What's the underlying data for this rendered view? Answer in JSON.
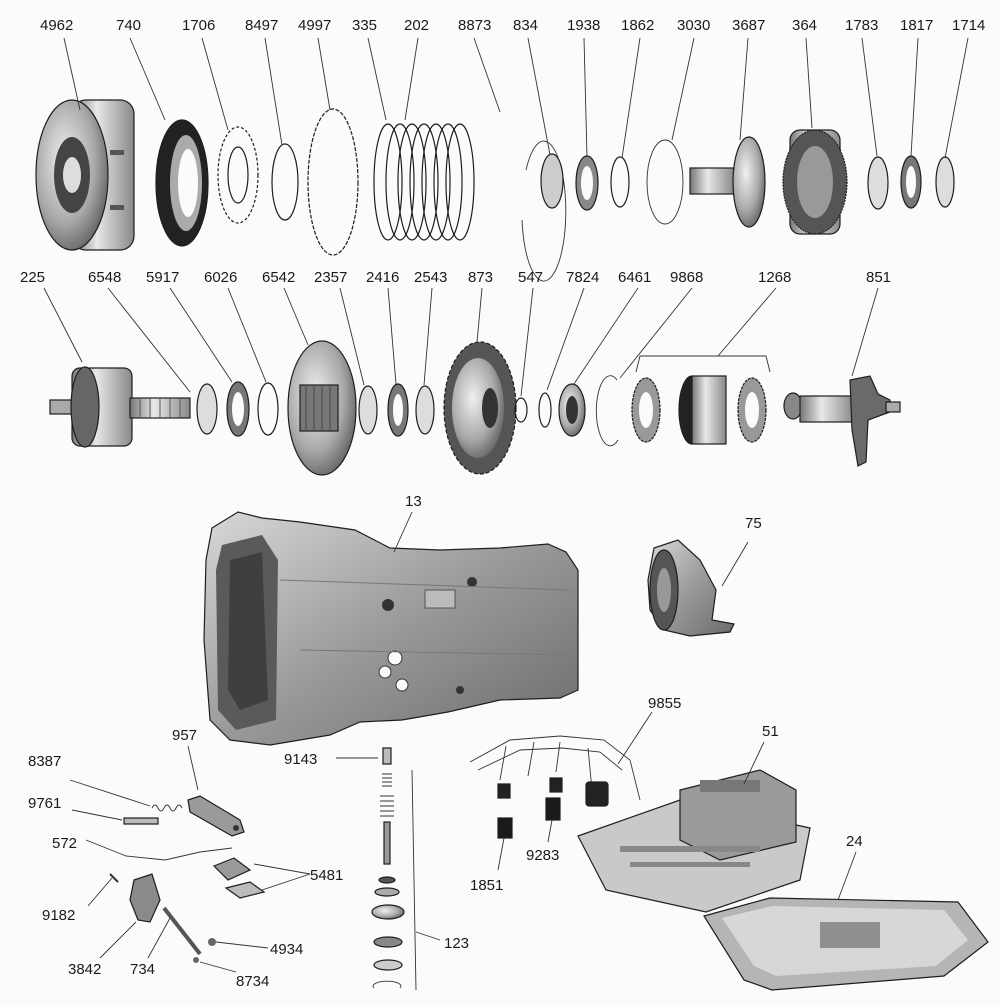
{
  "diagram": {
    "labels": {
      "p4962": "4962",
      "p740": "740",
      "p1706": "1706",
      "p8497": "8497",
      "p4997": "4997",
      "p335": "335",
      "p202": "202",
      "p8873": "8873",
      "p834": "834",
      "p1938": "1938",
      "p1862": "1862",
      "p3030": "3030",
      "p3687": "3687",
      "p364": "364",
      "p1783": "1783",
      "p1817": "1817",
      "p1714": "1714",
      "p225": "225",
      "p6548": "6548",
      "p5917": "5917",
      "p6026": "6026",
      "p6542": "6542",
      "p2357": "2357",
      "p2416": "2416",
      "p2543": "2543",
      "p873": "873",
      "p547": "547",
      "p7824": "7824",
      "p6461": "6461",
      "p9868": "9868",
      "p1268": "1268",
      "p851": "851",
      "p13": "13",
      "p75": "75",
      "p957": "957",
      "p8387": "8387",
      "p9761": "9761",
      "p572": "572",
      "p9182": "9182",
      "p5481": "5481",
      "p3842": "3842",
      "p734": "734",
      "p4934": "4934",
      "p8734": "8734",
      "p9143": "9143",
      "p123": "123",
      "p9855": "9855",
      "p51": "51",
      "p9283": "9283",
      "p1851": "1851",
      "p24": "24"
    }
  }
}
